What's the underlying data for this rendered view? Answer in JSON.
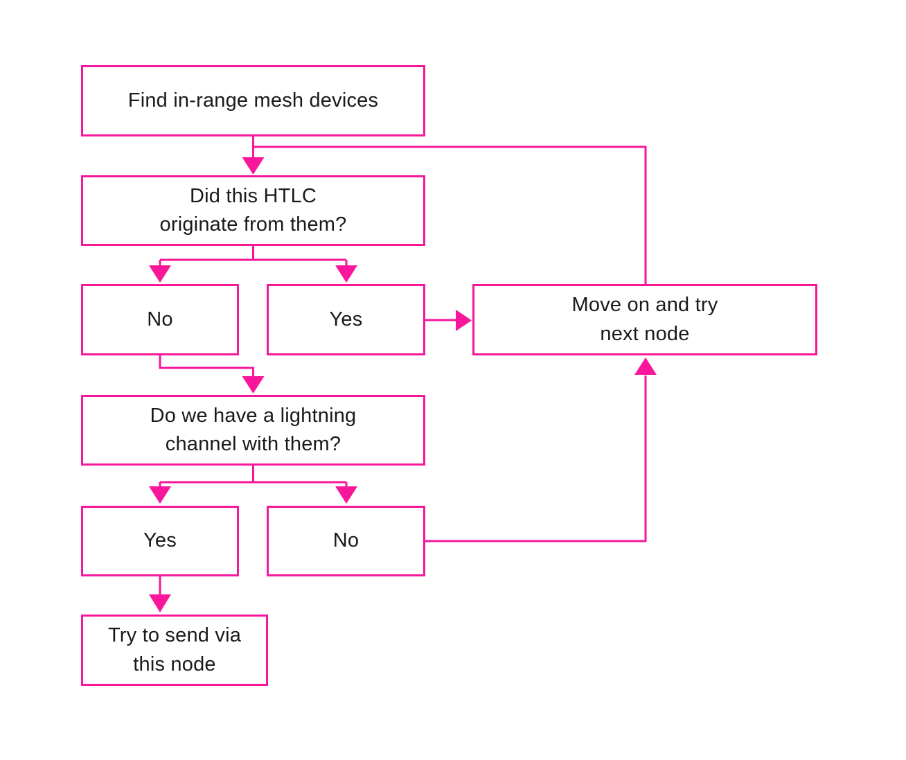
{
  "colors": {
    "accent": "#F8169A",
    "text": "#1a1a1a",
    "background": "#ffffff"
  },
  "nodes": {
    "find_devices": "Find in-range mesh devices",
    "htlc_question": "Did this HTLC\noriginate from them?",
    "htlc_no": "No",
    "htlc_yes": "Yes",
    "move_on": "Move on and try\nnext node",
    "channel_question": "Do we have a lightning\nchannel with them?",
    "channel_yes": "Yes",
    "channel_no": "No",
    "try_send": "Try to send via\nthis node"
  },
  "edges": [
    {
      "from": "find_devices",
      "to": "htlc_question"
    },
    {
      "from": "htlc_question",
      "to": "htlc_no"
    },
    {
      "from": "htlc_question",
      "to": "htlc_yes"
    },
    {
      "from": "htlc_yes",
      "to": "move_on"
    },
    {
      "from": "htlc_no",
      "to": "channel_question"
    },
    {
      "from": "channel_question",
      "to": "channel_yes"
    },
    {
      "from": "channel_question",
      "to": "channel_no"
    },
    {
      "from": "channel_no",
      "to": "move_on"
    },
    {
      "from": "channel_yes",
      "to": "try_send"
    },
    {
      "from": "move_on",
      "to": "htlc_question"
    }
  ]
}
